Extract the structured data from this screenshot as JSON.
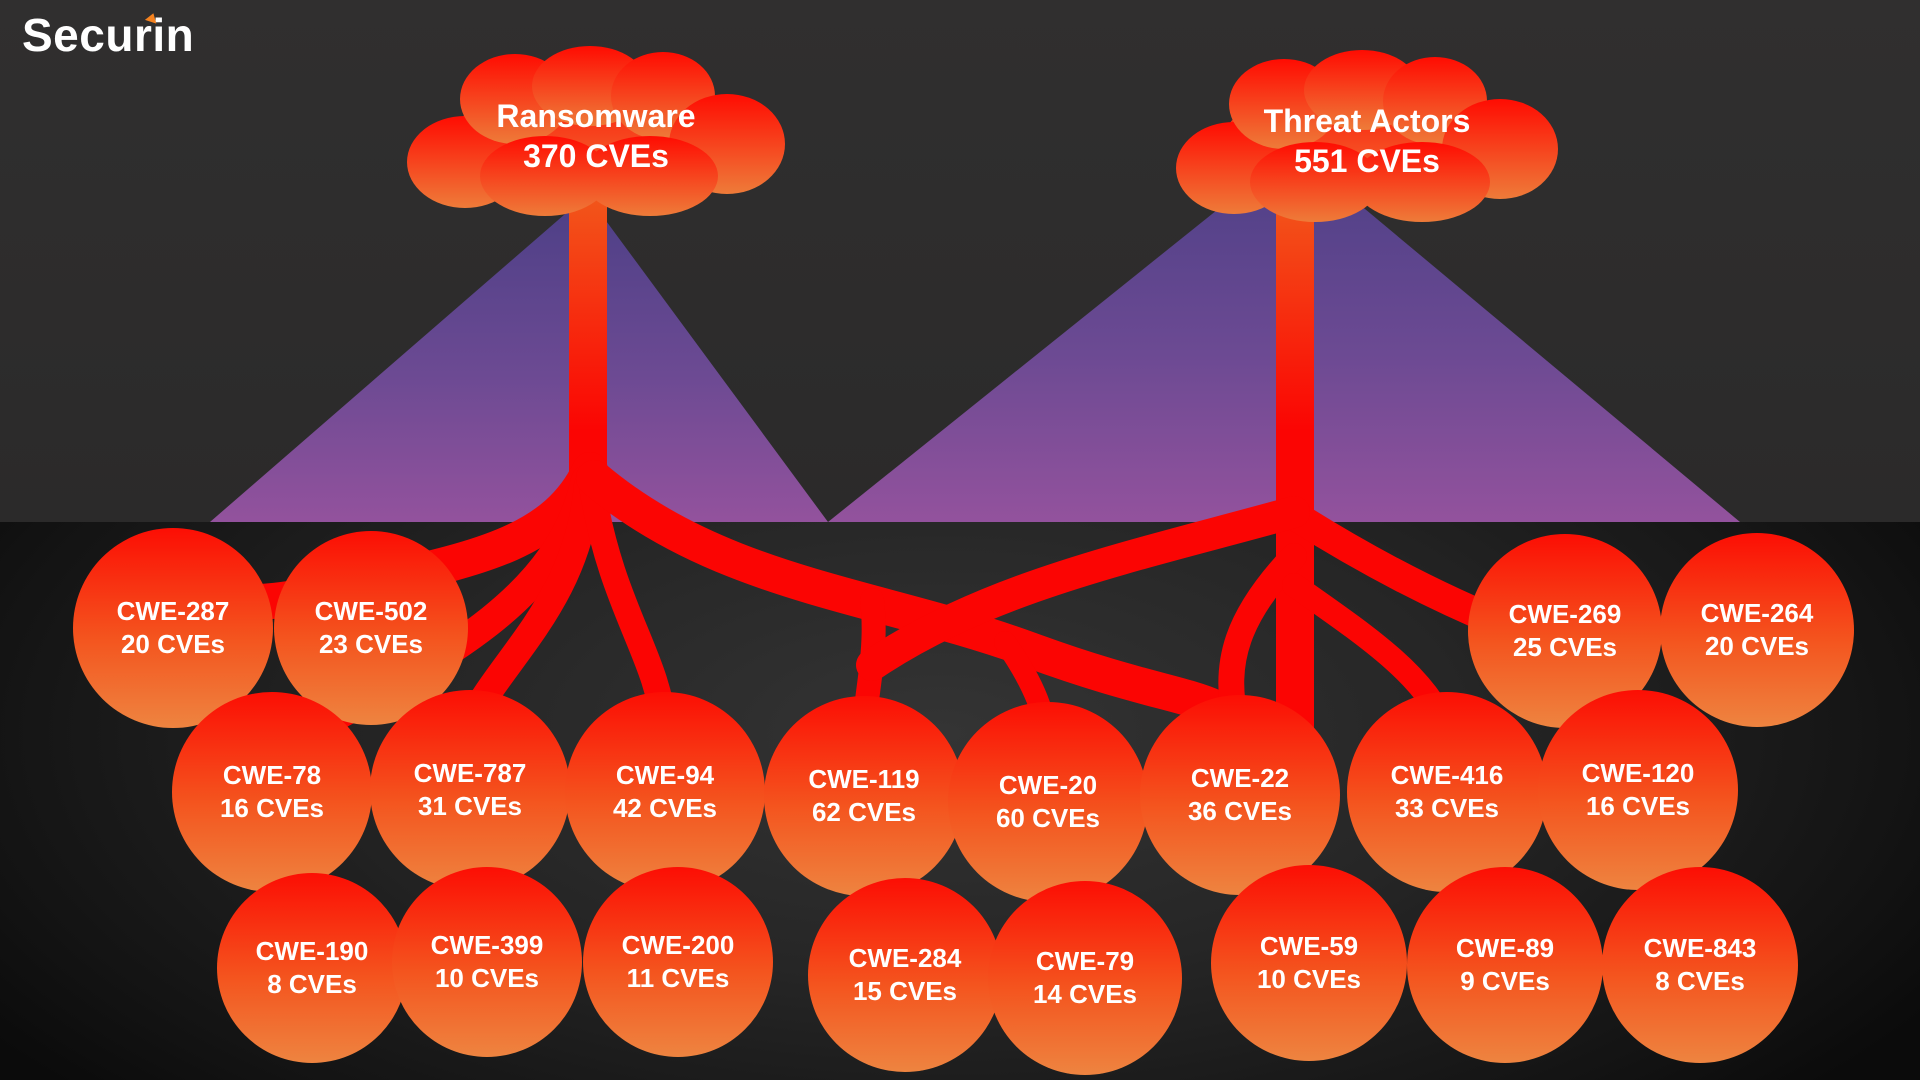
{
  "logo": {
    "text": "Securin"
  },
  "sources": [
    {
      "id": "ransomware",
      "label": "Ransomware",
      "cves": "370 CVEs"
    },
    {
      "id": "threat-actors",
      "label": "Threat Actors",
      "cves": "551 CVEs"
    }
  ],
  "nodes": [
    {
      "label": "CWE-287",
      "cves": "20 CVEs"
    },
    {
      "label": "CWE-502",
      "cves": "23 CVEs"
    },
    {
      "label": "CWE-269",
      "cves": "25 CVEs"
    },
    {
      "label": "CWE-264",
      "cves": "20 CVEs"
    },
    {
      "label": "CWE-78",
      "cves": "16 CVEs"
    },
    {
      "label": "CWE-787",
      "cves": "31 CVEs"
    },
    {
      "label": "CWE-94",
      "cves": "42 CVEs"
    },
    {
      "label": "CWE-119",
      "cves": "62 CVEs"
    },
    {
      "label": "CWE-20",
      "cves": "60 CVEs"
    },
    {
      "label": "CWE-22",
      "cves": "36 CVEs"
    },
    {
      "label": "CWE-416",
      "cves": "33 CVEs"
    },
    {
      "label": "CWE-120",
      "cves": "16 CVEs"
    },
    {
      "label": "CWE-190",
      "cves": "8 CVEs"
    },
    {
      "label": "CWE-399",
      "cves": "10 CVEs"
    },
    {
      "label": "CWE-200",
      "cves": "11 CVEs"
    },
    {
      "label": "CWE-284",
      "cves": "15 CVEs"
    },
    {
      "label": "CWE-79",
      "cves": "14 CVEs"
    },
    {
      "label": "CWE-59",
      "cves": "10 CVEs"
    },
    {
      "label": "CWE-89",
      "cves": "9 CVEs"
    },
    {
      "label": "CWE-843",
      "cves": "8 CVEs"
    }
  ],
  "colors": {
    "lava_red": "#fb0503",
    "cloud_top": "#ff0c02",
    "cloud_bottom": "#ee7b39",
    "mountain_top": "#4c3f86",
    "mountain_bottom": "#93529d",
    "sky_background": "#2e2d2d",
    "logo_accent_orange": "#f5821f"
  }
}
